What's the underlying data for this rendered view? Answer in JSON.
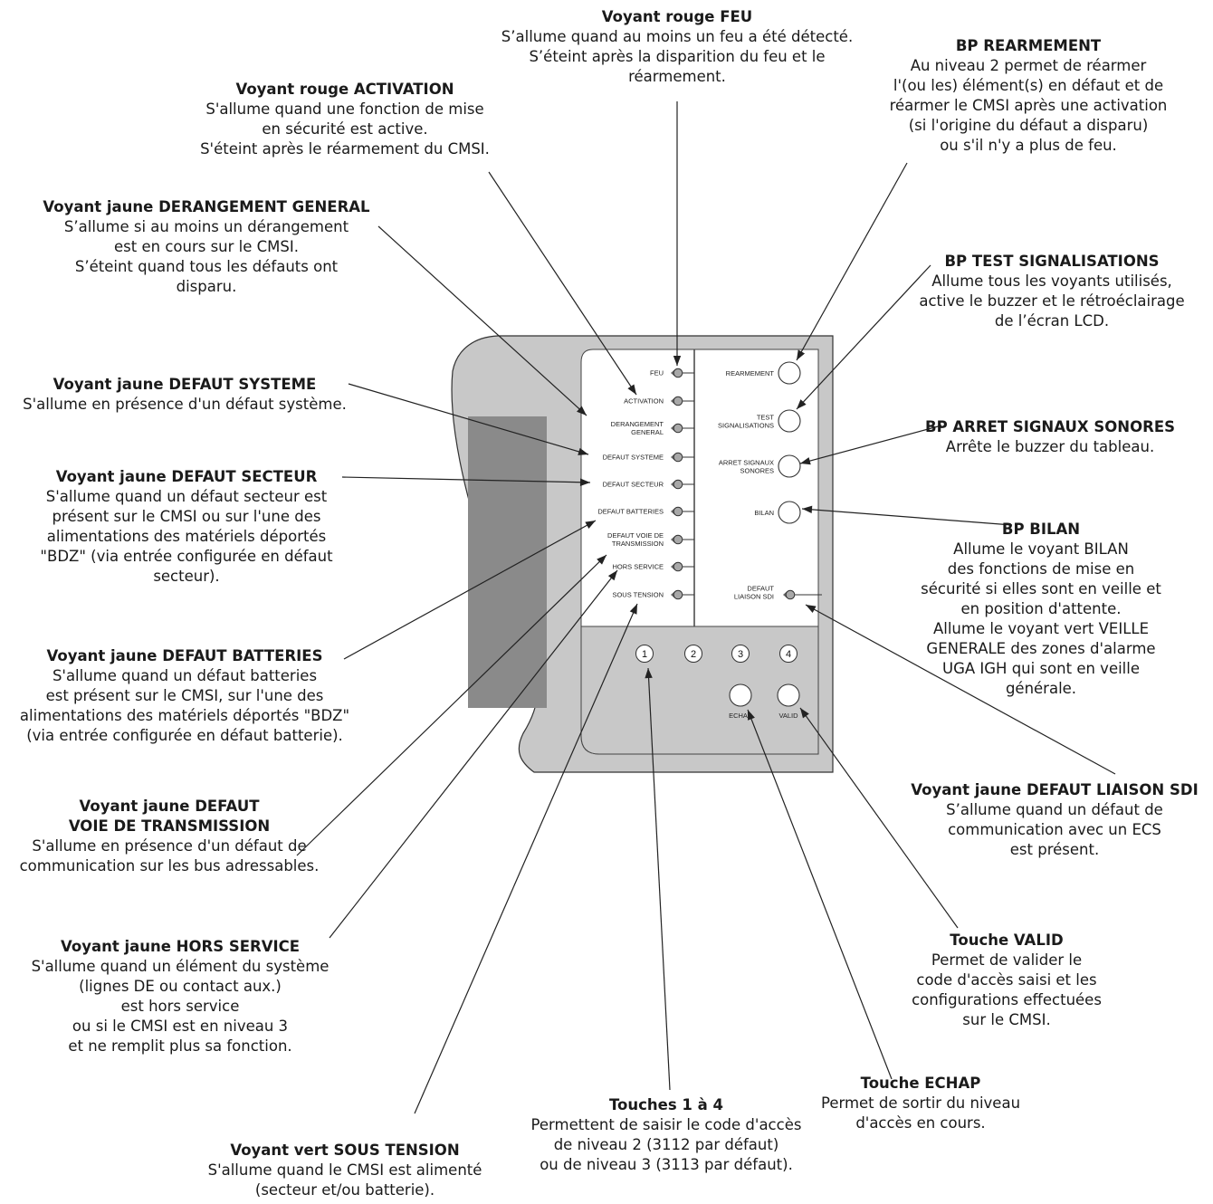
{
  "panel": {
    "leds_left": [
      {
        "label": "FEU"
      },
      {
        "label": "ACTIVATION"
      },
      {
        "label": "DERANGEMENT\nGENERAL"
      },
      {
        "label": "DEFAUT SYSTEME"
      },
      {
        "label": "DEFAUT SECTEUR"
      },
      {
        "label": "DEFAUT BATTERIES"
      },
      {
        "label": "DEFAUT VOIE DE\nTRANSMISSION"
      },
      {
        "label": "HORS SERVICE"
      },
      {
        "label": "SOUS TENSION"
      }
    ],
    "buttons_right": [
      {
        "label": "REARMEMENT"
      },
      {
        "label": "TEST\nSIGNALISATIONS"
      },
      {
        "label": "ARRET SIGNAUX\nSONORES"
      },
      {
        "label": "BILAN"
      }
    ],
    "led_right": {
      "label": "DEFAUT\nLIAISON SDI"
    },
    "keys": [
      "1",
      "2",
      "3",
      "4"
    ],
    "echap_label": "ECHAP",
    "valid_label": "VALID"
  },
  "annotations": {
    "feu": {
      "title": "Voyant rouge FEU",
      "body": "S’allume quand au moins un feu a été détecté.\nS’éteint après la disparition du feu et le\nréarmement."
    },
    "activation": {
      "title": "Voyant rouge ACTIVATION",
      "body": "S'allume quand une fonction de mise\nen sécurité est active.\nS'éteint après le réarmement du CMSI."
    },
    "derangement": {
      "title": "Voyant jaune DERANGEMENT GENERAL",
      "body": "S’allume si au moins un dérangement\nest en cours sur le CMSI.\nS’éteint quand tous les défauts ont\ndisparu."
    },
    "defaut_systeme": {
      "title": "Voyant jaune DEFAUT SYSTEME",
      "body": "S'allume en présence d'un défaut système."
    },
    "defaut_secteur": {
      "title": "Voyant jaune DEFAUT SECTEUR",
      "body": "S'allume quand un défaut secteur est\nprésent sur le CMSI ou sur l'une des\nalimentations des matériels déportés\n\"BDZ\" (via entrée configurée en défaut\nsecteur)."
    },
    "defaut_batteries": {
      "title": "Voyant jaune DEFAUT BATTERIES",
      "body": "S'allume quand un défaut batteries\nest présent sur le CMSI, sur l'une des\nalimentations des matériels déportés \"BDZ\"\n(via entrée configurée en défaut batterie)."
    },
    "defaut_voie": {
      "title": "Voyant jaune DEFAUT\nVOIE DE TRANSMISSION",
      "body": "S'allume en présence d'un défaut de\ncommunication sur les bus adressables."
    },
    "hors_service": {
      "title": "Voyant jaune HORS SERVICE",
      "body": "S'allume quand un élément du système\n(lignes DE ou contact aux.)\nest hors service\nou si le CMSI est en niveau 3\net ne remplit plus sa fonction."
    },
    "sous_tension": {
      "title": "Voyant vert SOUS TENSION",
      "body": "S'allume quand le CMSI est alimenté\n(secteur et/ou batterie)."
    },
    "rearmement": {
      "title": "BP REARMEMENT",
      "body": "Au niveau 2 permet de réarmer\nl'(ou les) élément(s) en défaut et de\nréarmer le CMSI après une activation\n(si l'origine du défaut a disparu)\nou s'il n'y a plus de feu."
    },
    "test": {
      "title": "BP TEST SIGNALISATIONS",
      "body": "Allume tous les voyants utilisés,\nactive le buzzer et le rétroéclairage\nde l’écran LCD."
    },
    "arret": {
      "title": "BP ARRET SIGNAUX SONORES",
      "body": "Arrête le buzzer du tableau."
    },
    "bilan": {
      "title": "BP BILAN",
      "body": "Allume le voyant BILAN\ndes fonctions de mise en\nsécurité si elles sont en veille et\nen position d'attente.\nAllume le voyant vert VEILLE\nGENERALE  des zones d'alarme\nUGA IGH qui sont en veille\ngénérale."
    },
    "liaison": {
      "title": "Voyant jaune DEFAUT LIAISON SDI",
      "body": "S’allume quand un défaut de\ncommunication avec un ECS\nest présent."
    },
    "valid": {
      "title": "Touche VALID",
      "body": "Permet de valider le\ncode d'accès saisi et les\nconfigurations effectuées\nsur le  CMSI."
    },
    "echap": {
      "title": "Touche ECHAP",
      "body": "Permet de sortir du niveau\nd'accès en cours."
    },
    "touches": {
      "title": "Touches 1 à 4",
      "body": "Permettent de saisir le code d'accès\nde niveau 2 (3112 par défaut)\nou de niveau 3 (3113 par défaut)."
    }
  },
  "colors": {
    "panel_gray": "#c8c8c8",
    "dark_gray": "#8a8a8a",
    "led_gray": "#a8a8a8",
    "line": "#222222"
  }
}
